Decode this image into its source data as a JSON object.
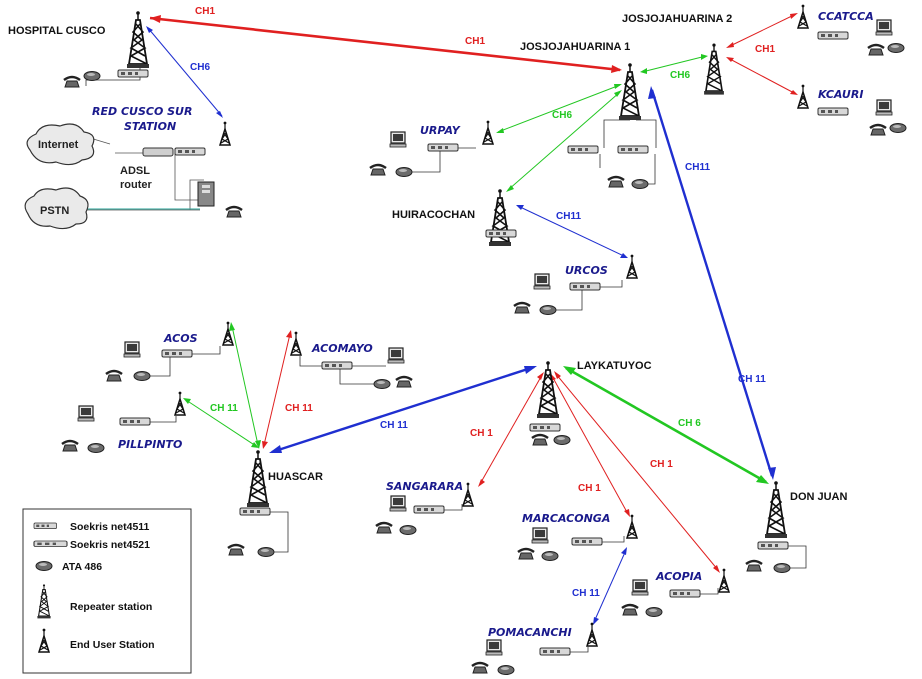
{
  "colors": {
    "ch1": "#e02020",
    "ch6": "#22c722",
    "ch11": "#1f2fd0",
    "node_label_blue": "#1a1a8c"
  },
  "icons": [
    "repeater-tower-icon",
    "end-user-antenna-icon",
    "soekris-router-icon",
    "ata-icon",
    "phone-icon",
    "pc-icon",
    "cloud-icon",
    "modem-icon",
    "server-icon"
  ],
  "nodes": {
    "hospital_cusco": "HOSPITAL CUSCO",
    "red_cusco_sur": "RED CUSCO SUR",
    "station": "STATION",
    "adsl": "ADSL",
    "router": "router",
    "internet": "Internet",
    "pstn": "PSTN",
    "josjojahuarina1": "JOSJOJAHUARINA 1",
    "josjojahuarina2": "JOSJOJAHUARINA 2",
    "ccatcca": "CCATCCA",
    "kcauri": "KCAURI",
    "urpay": "URPAY",
    "huiracochan": "HUIRACOCHAN",
    "urcos": "URCOS",
    "acos": "ACOS",
    "acomayo": "ACOMAYO",
    "pillpinto": "PILLPINTO",
    "huascar": "HUASCAR",
    "laykatuyoc": "LAYKATUYOC",
    "sangarara": "SANGARARA",
    "marcaconga": "MARCACONGA",
    "acopia": "ACOPIA",
    "pomacanchi": "POMACANCHI",
    "don_juan": "DON JUAN"
  },
  "channels": {
    "hc_j1_a": "CH1",
    "hc_j1_b": "CH1",
    "hc_red": "CH6",
    "j1_j2": "CH6",
    "j1_urpay": "CH6",
    "j2_ccatcca": "CH1",
    "j1_donjuan": "CH11",
    "huira_urcos": "CH11",
    "lay_donjuan_blue": "CH 11",
    "lay_donjuan_green": "CH 6",
    "huascar_acos": "CH 11",
    "huascar_acomayo": "CH 11",
    "huascar_lay": "CH 11",
    "lay_sangarara": "CH 1",
    "lay_marcaconga": "CH 1",
    "lay_acopia": "CH 1",
    "marca_poma": "CH 11"
  },
  "legend": {
    "soekris_4511": "Soekris net4511",
    "soekris_4521": "Soekris net4521",
    "ata": "ATA 486",
    "repeater": "Repeater station",
    "end_user": "End User Station"
  }
}
